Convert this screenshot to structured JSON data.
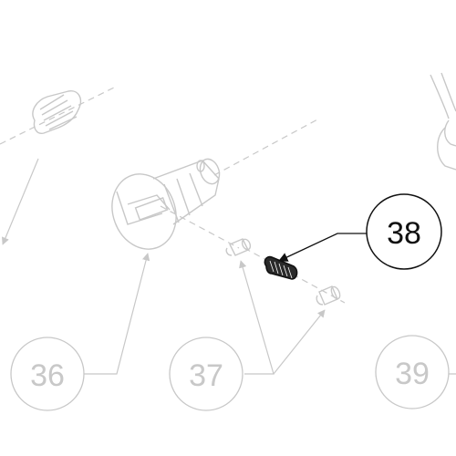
{
  "diagram": {
    "callouts": [
      {
        "label": "36",
        "state": "faded"
      },
      {
        "label": "37",
        "state": "faded"
      },
      {
        "label": "38",
        "state": "active"
      },
      {
        "label": "39",
        "state": "faded"
      }
    ],
    "colors": {
      "faded": "#c8c8c8",
      "active": "#111111",
      "background": "#ffffff"
    }
  }
}
